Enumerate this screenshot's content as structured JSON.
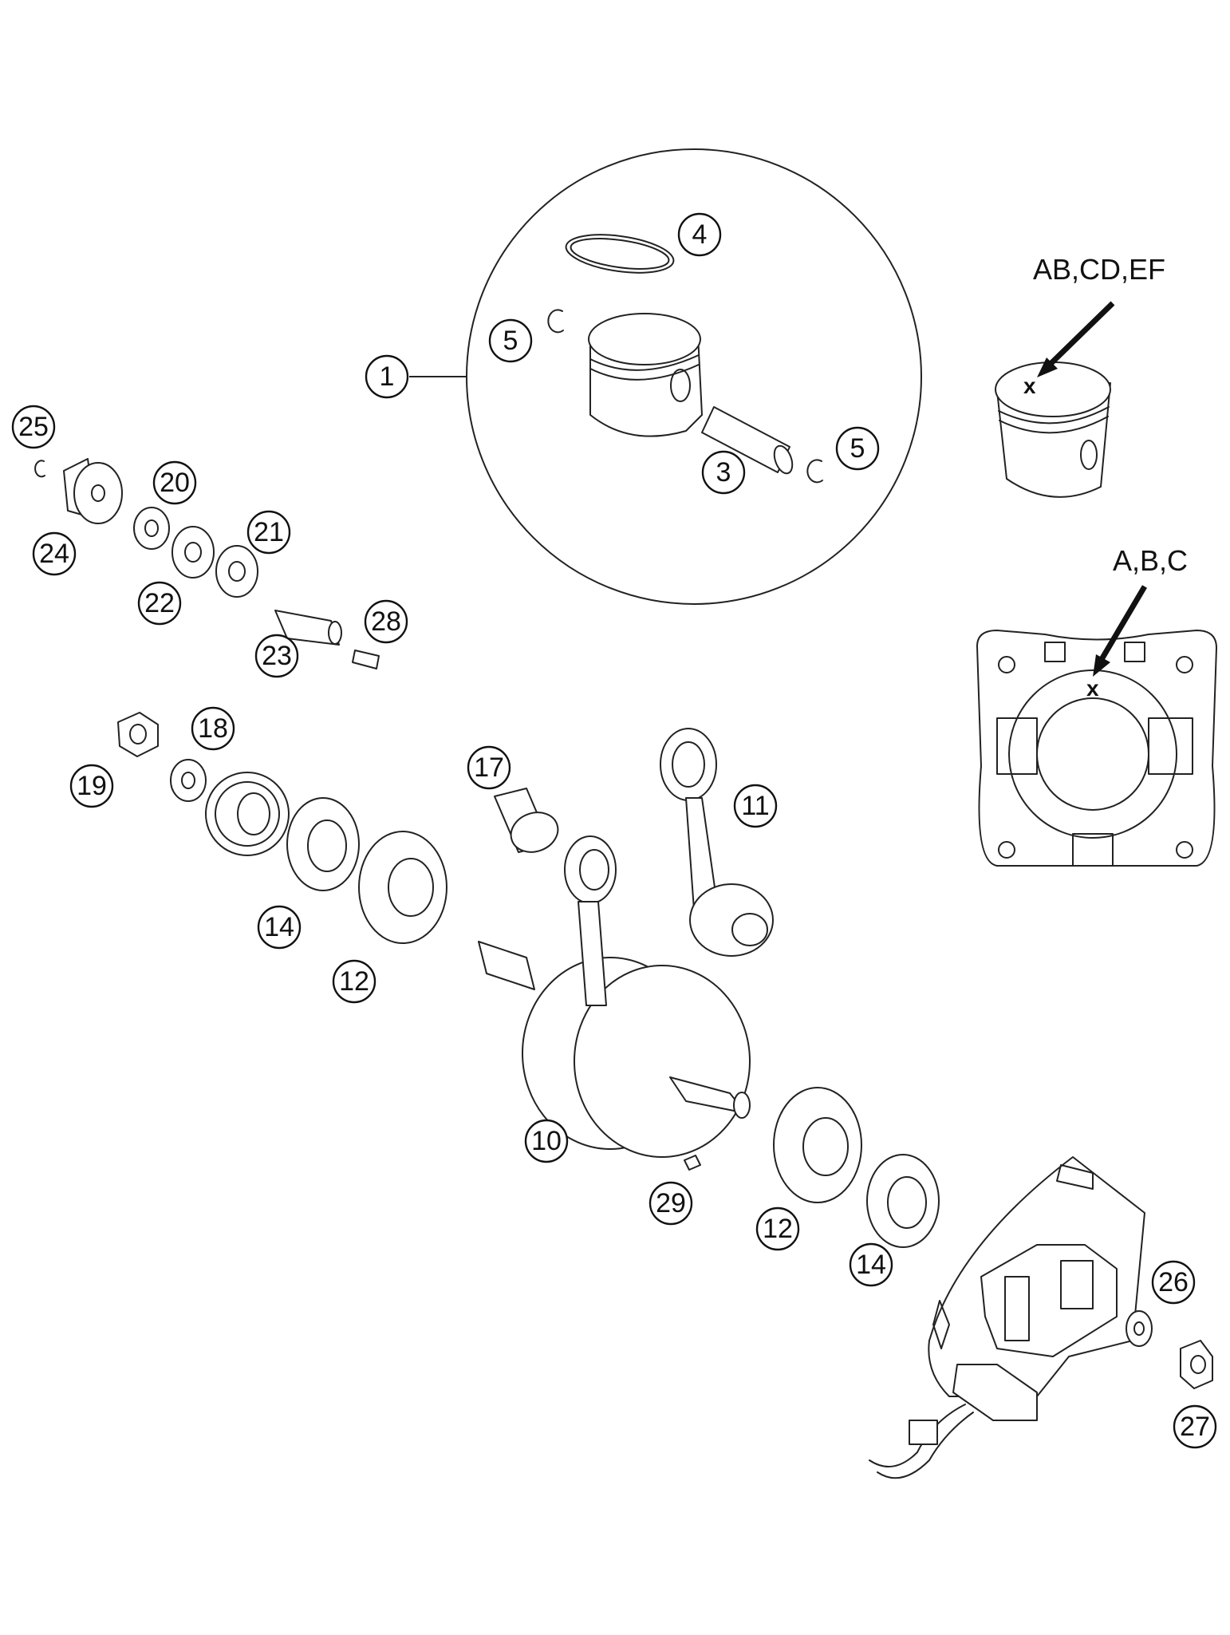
{
  "callouts": [
    {
      "id": "c1",
      "label": "1"
    },
    {
      "id": "c3",
      "label": "3"
    },
    {
      "id": "c4",
      "label": "4"
    },
    {
      "id": "c5a",
      "label": "5"
    },
    {
      "id": "c5b",
      "label": "5"
    },
    {
      "id": "c10",
      "label": "10"
    },
    {
      "id": "c11",
      "label": "11"
    },
    {
      "id": "c12a",
      "label": "12"
    },
    {
      "id": "c12b",
      "label": "12"
    },
    {
      "id": "c14a",
      "label": "14"
    },
    {
      "id": "c14b",
      "label": "14"
    },
    {
      "id": "c17",
      "label": "17"
    },
    {
      "id": "c18",
      "label": "18"
    },
    {
      "id": "c19",
      "label": "19"
    },
    {
      "id": "c20",
      "label": "20"
    },
    {
      "id": "c21",
      "label": "21"
    },
    {
      "id": "c22",
      "label": "22"
    },
    {
      "id": "c23",
      "label": "23"
    },
    {
      "id": "c24",
      "label": "24"
    },
    {
      "id": "c25",
      "label": "25"
    },
    {
      "id": "c26",
      "label": "26"
    },
    {
      "id": "c27",
      "label": "27"
    },
    {
      "id": "c28",
      "label": "28"
    },
    {
      "id": "c29",
      "label": "29"
    }
  ],
  "notes": {
    "piston_marking": "AB,CD,EF",
    "cylinder_marking": "A,B,C",
    "x_mark": "x"
  }
}
